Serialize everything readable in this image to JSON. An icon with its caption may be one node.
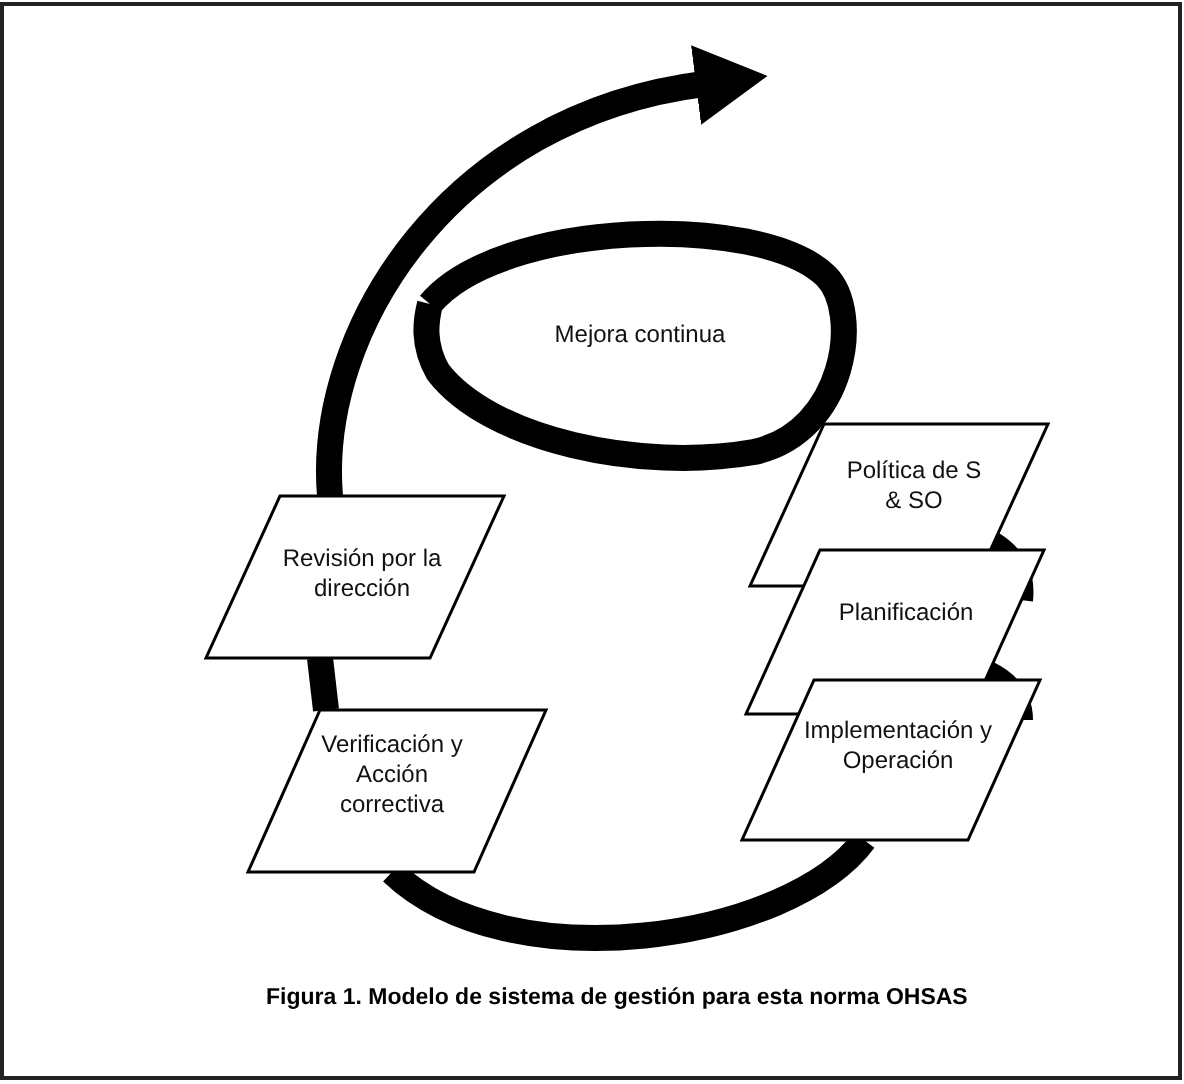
{
  "diagram": {
    "caption": "Figura 1. Modelo de sistema de gestión para esta norma OHSAS",
    "nodes": [
      {
        "text": [
          "Mejora continua"
        ]
      },
      {
        "text": [
          "Política de S & SO"
        ]
      },
      {
        "text": [
          "Planificación"
        ]
      },
      {
        "text": [
          "Implementación y Operación"
        ]
      },
      {
        "text": [
          "Verificación y Acción correctiva"
        ]
      },
      {
        "text": [
          "Revisión por la dirección"
        ]
      }
    ],
    "edges": [
      {
        "from": 1,
        "to": 2,
        "arrow": "none"
      },
      {
        "from": 2,
        "to": 3,
        "arrow": "none"
      },
      {
        "from": 3,
        "to": 4,
        "arrow": "none"
      },
      {
        "from": 4,
        "to": 5,
        "arrow": "none"
      },
      {
        "from": 5,
        "to": null,
        "arrow": "to"
      }
    ]
  }
}
